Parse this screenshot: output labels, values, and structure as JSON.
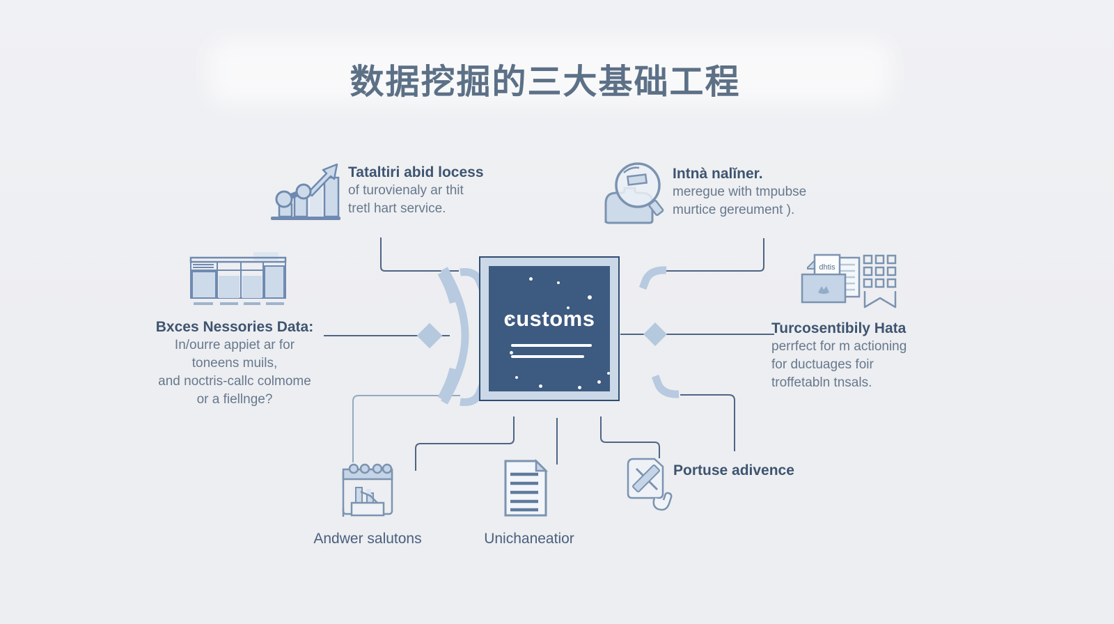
{
  "page": {
    "title": "数据挖掘的三大基础工程"
  },
  "center": {
    "label": "customs"
  },
  "top_left": {
    "icon": "trend-chart-icon",
    "heading": "Tataltiri abid locess",
    "lines": [
      "of turovienaly ar thit",
      "tretl hart service."
    ]
  },
  "top_right": {
    "icon": "magnifier-person-icon",
    "heading": "Intnà nalĭner.",
    "lines": [
      "meregue with tmpubse",
      "murtice gereument )."
    ]
  },
  "left": {
    "icon": "data-table-icon",
    "heading": "Bxces Nessories Data:",
    "lines": [
      "In/ourre appiet ar for",
      "toneens muils,",
      "and noctris-callc colmome",
      "or a fiellnge?"
    ]
  },
  "right": {
    "icons": [
      "folder-documents-icon",
      "grid-ribbon-icon"
    ],
    "folder_doc_text": "dhtis",
    "heading": "Turcosentibily Hata",
    "lines": [
      "perrfect for m actioning",
      "for ductuages foir",
      "troffetabln tnsals."
    ]
  },
  "bottom_left": {
    "icon": "calendar-chart-icon",
    "label": "Andwer salutons"
  },
  "bottom_center": {
    "icon": "document-lines-icon",
    "label": "Unichaneatior"
  },
  "bottom_right": {
    "icon": "badge-tools-hand-icon",
    "label": "Portuse adivence"
  },
  "colors": {
    "background": "#edeef1",
    "box_fill": "#3d5a80",
    "box_frame": "#cbd8e7",
    "box_border": "#304c70",
    "accent_light": "#b7cadf",
    "icon_stroke": "#7b93b0",
    "icon_fill": "#ccdaea",
    "heading_text": "#3e5470",
    "body_text": "#66788d",
    "connector": "#4e6484"
  }
}
